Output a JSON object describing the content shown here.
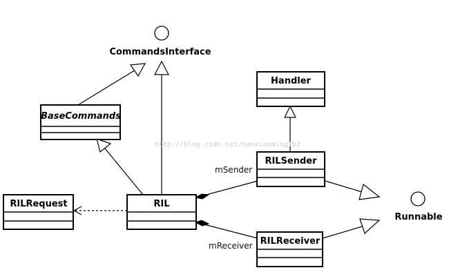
{
  "interfaces": {
    "commands_interface": "CommandsInterface",
    "runnable": "Runnable"
  },
  "classes": {
    "base_commands": "BaseCommands",
    "handler": "Handler",
    "ril_sender": "RILSender",
    "ril": "RIL",
    "ril_request": "RILRequest",
    "ril_receiver": "RILReceiver"
  },
  "roles": {
    "sender": "mSender",
    "receiver": "mReceiver"
  },
  "watermark": "http://blog.csdn.net/hanxiaoming192"
}
